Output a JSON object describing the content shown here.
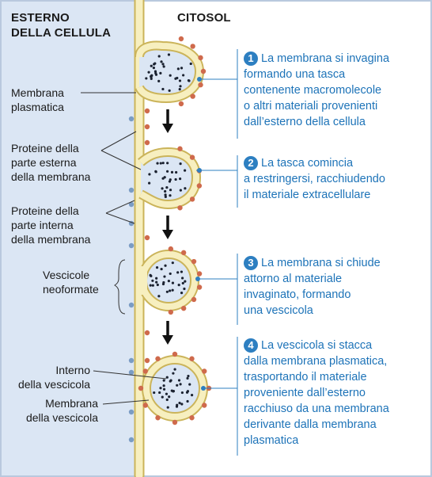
{
  "headers": {
    "outside": [
      "ESTERNO",
      "DELLA CELLULA"
    ],
    "cytosol": "CITOSOL"
  },
  "labels": {
    "membrane": [
      "Membrana",
      "plasmatica"
    ],
    "outer_proteins": [
      "Proteine della",
      "parte esterna",
      "della membrana"
    ],
    "inner_proteins": [
      "Proteine della",
      "parte interna",
      "della membrana"
    ],
    "new_vesicles": [
      "Vescicole",
      "neoformate"
    ],
    "vesicle_inside": [
      "Interno",
      "della vescicola"
    ],
    "vesicle_membrane": [
      "Membrana",
      "della vescicola"
    ]
  },
  "steps": [
    {
      "number": "1",
      "lines": [
        "La membrana si invagina",
        "formando una tasca",
        "contenente macromolecole",
        "o altri materiali provenienti",
        "dall’esterno della cellula"
      ]
    },
    {
      "number": "2",
      "lines": [
        "La tasca comincia",
        "a restringersi, racchiudendo",
        "il materiale extracellulare"
      ]
    },
    {
      "number": "3",
      "lines": [
        "La membrana si chiude",
        "attorno al materiale",
        "invaginato, formando",
        "una vescicola"
      ]
    },
    {
      "number": "4",
      "lines": [
        "La vescicola si stacca",
        "dalla membrana plasmatica,",
        "trasportando il materiale",
        "proveniente dall’esterno",
        "racchiuso da una membrana",
        "derivante dalla membrana",
        "plasmatica"
      ]
    }
  ],
  "colors": {
    "outside_bg": "#dbe6f4",
    "membrane_fill": "#f7efbf",
    "membrane_edge": "#cbb45a",
    "outer_protein": "#cf6a4c",
    "inner_protein": "#7a9cc4",
    "step_text": "#1d73b8",
    "step_badge": "#2d7fc1",
    "panel_border": "#b9c9de"
  }
}
